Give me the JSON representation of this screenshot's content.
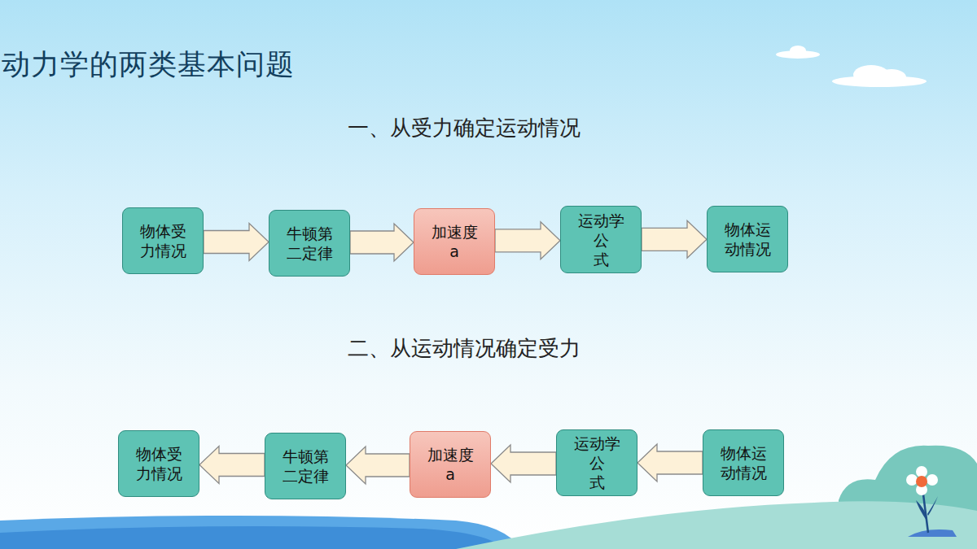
{
  "diagram": {
    "title": "动力学的两类基本问题",
    "nodes": [
      {
        "text": [
          "物体受力情况"
        ]
      },
      {
        "text": [
          "牛顿第二定律"
        ]
      },
      {
        "text": [
          "加速度 a"
        ]
      },
      {
        "text": [
          "运动学 公 式"
        ]
      },
      {
        "text": [
          "物体运动情况"
        ]
      },
      {
        "text": [
          "物体受力情况"
        ]
      },
      {
        "text": [
          "牛顿第二定律"
        ]
      },
      {
        "text": [
          "加速度 a"
        ]
      },
      {
        "text": [
          "运动学 公 式"
        ]
      },
      {
        "text": [
          "物体运动情况"
        ]
      }
    ],
    "edges": [
      {
        "from": 0,
        "to": 1,
        "arrow": "to"
      },
      {
        "from": 1,
        "to": 2,
        "arrow": "to"
      },
      {
        "from": 2,
        "to": 3,
        "arrow": "to"
      },
      {
        "from": 3,
        "to": 4,
        "arrow": "to"
      },
      {
        "from": 9,
        "to": 8,
        "arrow": "to"
      },
      {
        "from": 8,
        "to": 7,
        "arrow": "to"
      },
      {
        "from": 7,
        "to": 6,
        "arrow": "to"
      },
      {
        "from": 6,
        "to": 5,
        "arrow": "to"
      }
    ],
    "labels": [
      "一、从受力确定运动情况",
      "二、从运动情况确定受力"
    ]
  }
}
